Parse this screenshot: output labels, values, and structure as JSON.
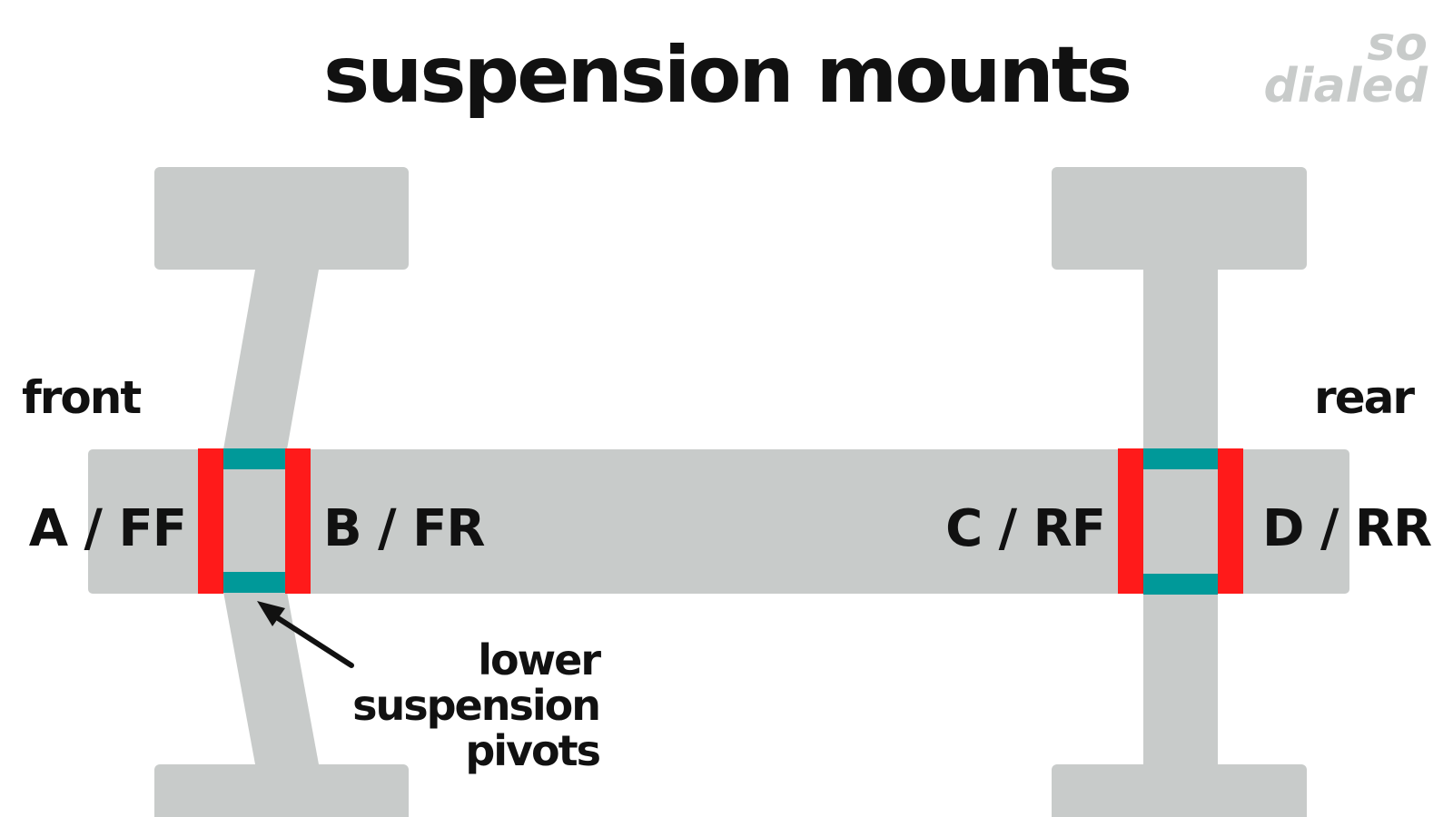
{
  "title": "suspension mounts",
  "logo": {
    "line1": "so",
    "line2": "dialed"
  },
  "sides": {
    "front": "front",
    "rear": "rear"
  },
  "mounts": {
    "a": "A / FF",
    "b": "B / FR",
    "c": "C / RF",
    "d": "D / RR"
  },
  "callout": {
    "line1": "lower",
    "line2": "suspension",
    "line3": "pivots"
  },
  "colors": {
    "frame": "#c8cbca",
    "mount": "#ff1a1a",
    "pivot": "#009999",
    "text": "#111111"
  }
}
